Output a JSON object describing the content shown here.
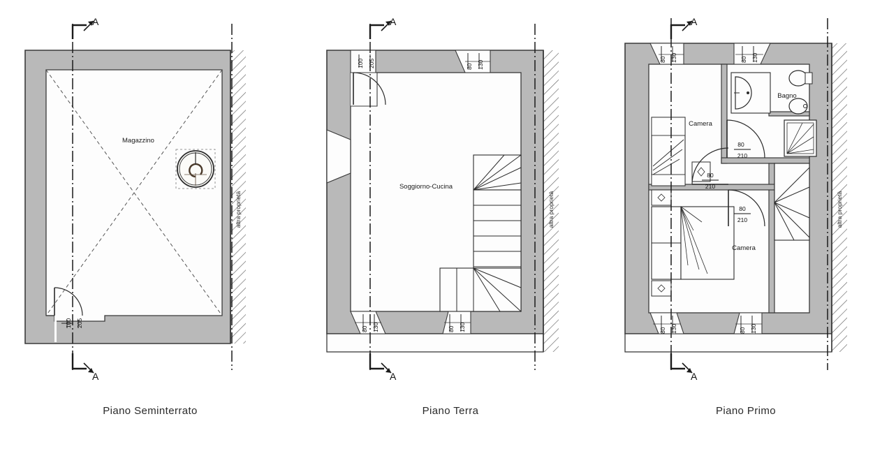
{
  "document": {
    "type": "architectural-floor-plan",
    "language": "it",
    "section_marker_label": "A",
    "property_note": "altra proprietà",
    "colors": {
      "wall_fill": "#b9b9b9",
      "wall_stroke": "#3a3a3a",
      "floor_fill": "#fdfdfd",
      "line": "#2b2b2b",
      "hatch": "#4a4a4a",
      "text": "#222222",
      "paper": "#ffffff"
    }
  },
  "plans": [
    {
      "id": "piano-seminterrato",
      "caption": "Piano Seminterrato",
      "rooms": [
        {
          "name": "Magazzino"
        }
      ],
      "openings": [
        {
          "kind": "door",
          "width": "100",
          "height": "205",
          "position": "bottom-left"
        }
      ],
      "annotations": {
        "section_top": "A",
        "section_bottom": "A",
        "right_edge": "altra proprietà"
      },
      "features": [
        "ceiling-pitch-diagonals",
        "circular-fixture"
      ]
    },
    {
      "id": "piano-terra",
      "caption": "Piano Terra",
      "rooms": [
        {
          "name": "Soggiorno-Cucina"
        }
      ],
      "openings": [
        {
          "kind": "door",
          "width": "100",
          "height": "205",
          "position": "top-left"
        },
        {
          "kind": "window",
          "width": "80",
          "height": "130",
          "position": "top-right"
        },
        {
          "kind": "window",
          "width": "80",
          "height": "130",
          "position": "bottom-left"
        },
        {
          "kind": "window",
          "width": "80",
          "height": "130",
          "position": "bottom-right"
        }
      ],
      "annotations": {
        "section_top": "A",
        "section_bottom": "A",
        "right_edge": "altra proprietà"
      },
      "features": [
        "staircase-with-winders",
        "wall-niche-left"
      ]
    },
    {
      "id": "piano-primo",
      "caption": "Piano Primo",
      "rooms": [
        {
          "name": "Camera"
        },
        {
          "name": "Bagno"
        },
        {
          "name": "Camera"
        }
      ],
      "openings": [
        {
          "kind": "window",
          "width": "80",
          "height": "130",
          "position": "top-left"
        },
        {
          "kind": "window",
          "width": "80",
          "height": "130",
          "position": "top-right"
        },
        {
          "kind": "window",
          "width": "80",
          "height": "130",
          "position": "bottom-left"
        },
        {
          "kind": "window",
          "width": "80",
          "height": "130",
          "position": "bottom-right"
        },
        {
          "kind": "door",
          "width": "80",
          "height": "210",
          "position": "bagno"
        },
        {
          "kind": "door",
          "width": "80",
          "height": "210",
          "position": "camera-nord"
        },
        {
          "kind": "door",
          "width": "80",
          "height": "210",
          "position": "camera-sud"
        }
      ],
      "annotations": {
        "section_top": "A",
        "right_edge": "altra proprietà"
      },
      "features": [
        "single-bed",
        "double-bed",
        "nightstands",
        "bathtub",
        "wc",
        "bidet",
        "shower",
        "staircase-landing"
      ]
    }
  ]
}
